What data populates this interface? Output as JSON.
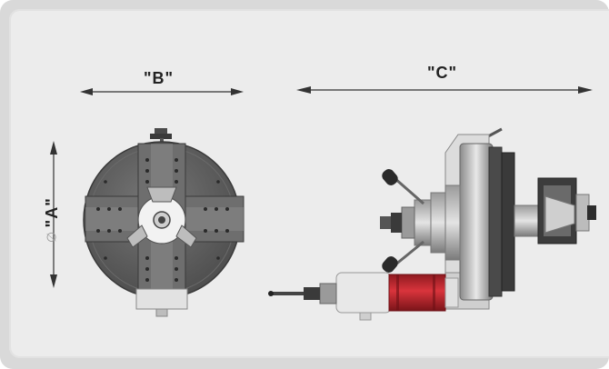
{
  "dimensions": {
    "a_label": "\"A\"",
    "a_diameter_symbol": "∅",
    "b_label": "\"B\"",
    "c_label": "\"C\""
  },
  "colors": {
    "frame": "#d9d9d9",
    "panel": "#ececec",
    "steel_dark": "#5c5c5c",
    "steel_mid": "#8a8a8a",
    "steel_light": "#c8c8c8",
    "motor_red": "#b4232b",
    "motor_white": "#e6e6e6"
  }
}
